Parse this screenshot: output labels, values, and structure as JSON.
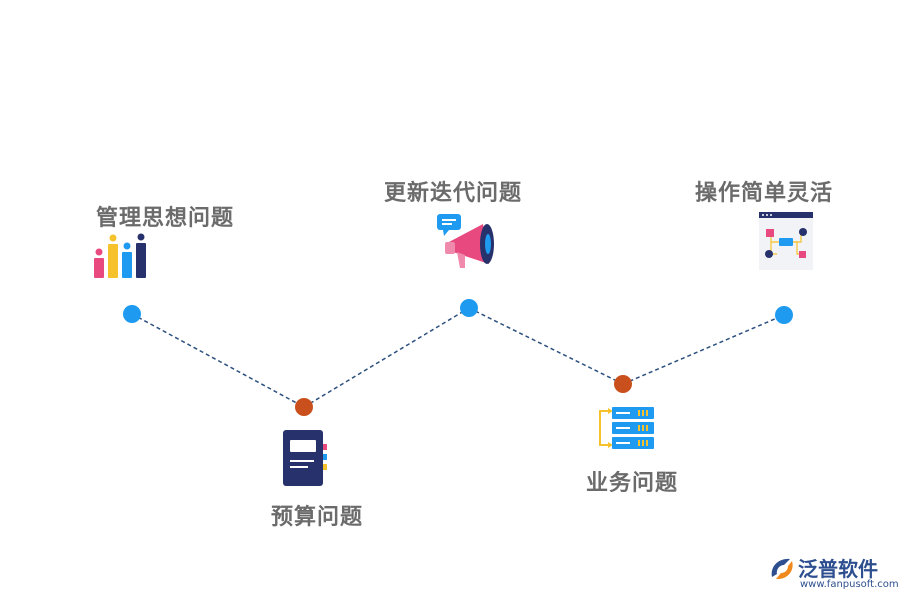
{
  "nodes": [
    {
      "label": "管理思想问题",
      "icon": "bar-chart-icon",
      "color": "#1e9bf0"
    },
    {
      "label": "预算问题",
      "icon": "notebook-icon",
      "color": "#c9501c"
    },
    {
      "label": "更新迭代问题",
      "icon": "megaphone-icon",
      "color": "#1e9bf0"
    },
    {
      "label": "业务问题",
      "icon": "server-icon",
      "color": "#c9501c"
    },
    {
      "label": "操作简单灵活",
      "icon": "flowchart-window-icon",
      "color": "#1e9bf0"
    }
  ],
  "connector_color": "#2b4f7e",
  "logo": {
    "name": "泛普软件",
    "url": "www.fanpusoft.com",
    "icon": "fanpu-logo-icon"
  }
}
